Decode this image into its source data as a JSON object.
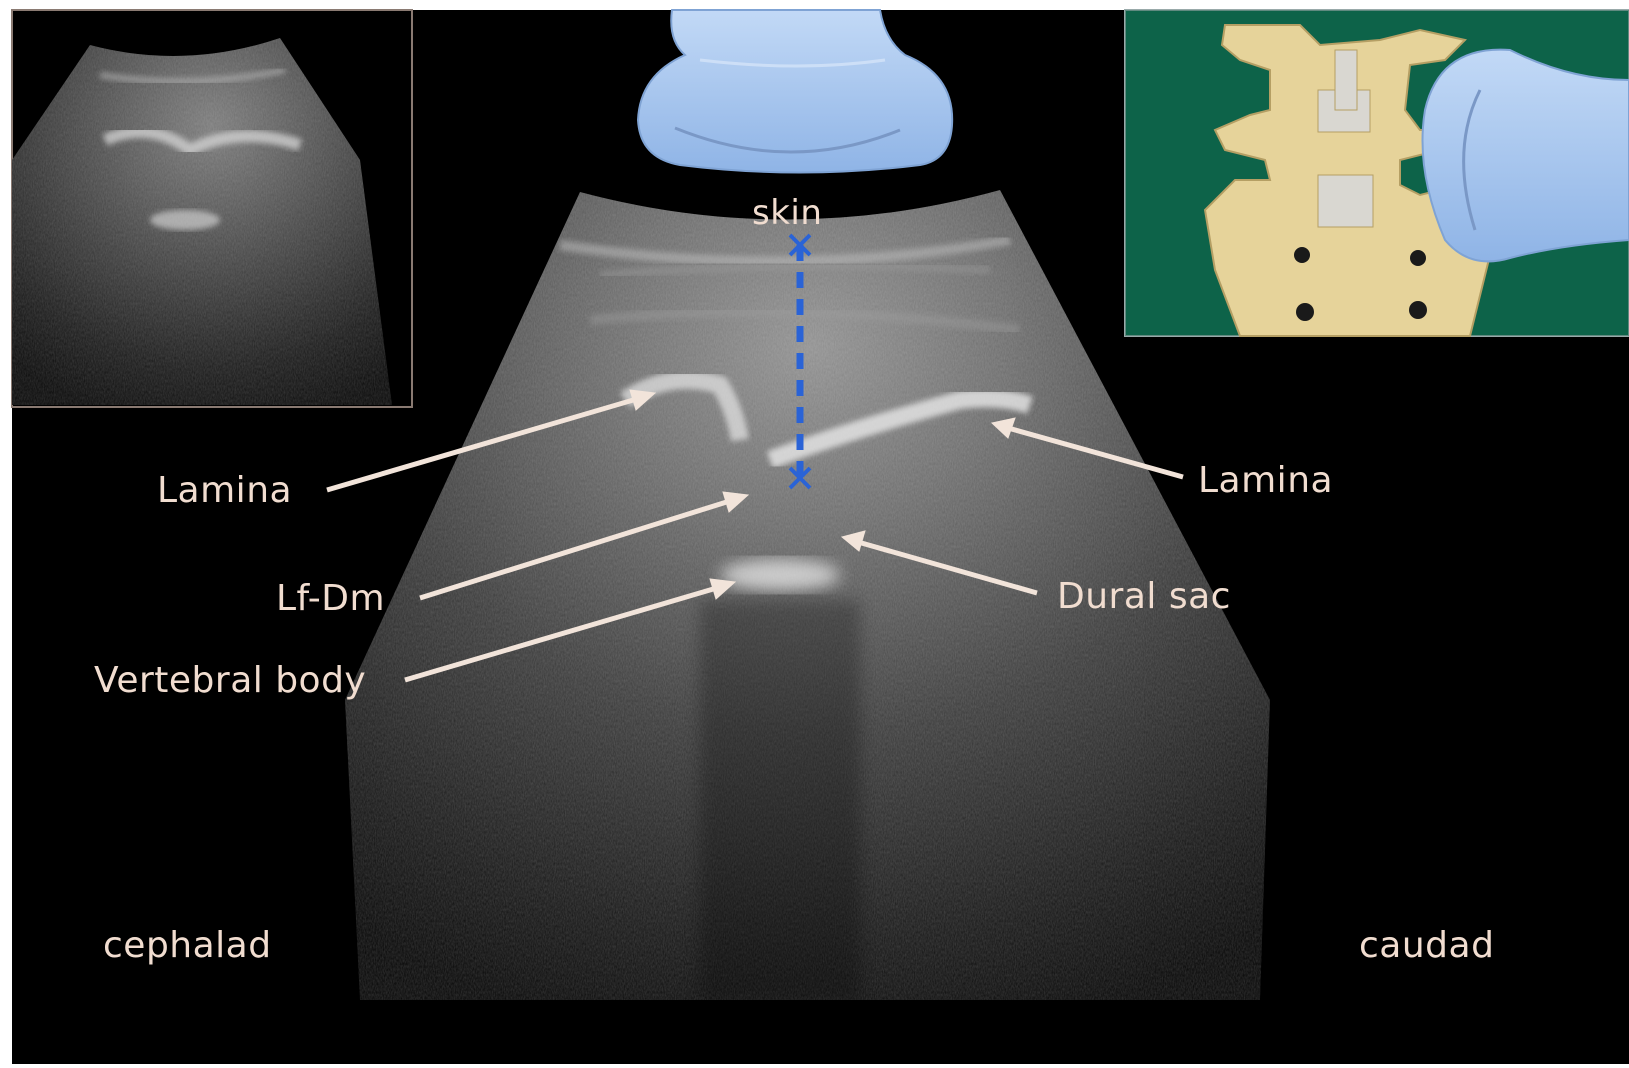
{
  "labels": {
    "skin": "skin",
    "lamina_left": "Lamina",
    "lamina_right": "Lamina",
    "lf_dm": "Lf-Dm",
    "dural_sac": "Dural sac",
    "vertebral_body": "Vertebral body",
    "cephalad": "cephalad",
    "caudad": "caudad"
  },
  "colors": {
    "background": "#000000",
    "label_text": "#f1ddd0",
    "arrow": "#f2e4da",
    "measure_line": "#2a63d6",
    "probe": "#a9c8ef",
    "model_background": "#0f6a4f",
    "bone_model": "#e6d39a"
  },
  "icons": {
    "probe_main": "ultrasound-probe",
    "probe_photo": "ultrasound-probe-on-spine-model",
    "measure_markers": "x-marker"
  }
}
